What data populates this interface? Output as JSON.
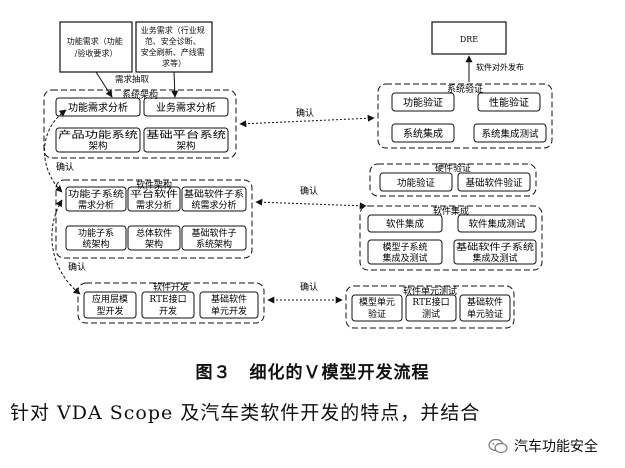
{
  "diagram": {
    "top_left_req_1": [
      "功能需求（功能",
      "/验收要求）"
    ],
    "top_left_req_2": [
      "业务需求（行业规",
      "范、安全诊断、",
      "安全刷新、产线需",
      "求等）"
    ],
    "req_extract_label": "需求抽取",
    "system_arch": {
      "title": "系统架构",
      "items": [
        "功能需求分析",
        "业务需求分析",
        "产品功能系统架构",
        "基础平台系统架构"
      ]
    },
    "software_arch": {
      "title": "软件架构",
      "items": [
        "功能子系统需求分析",
        "平台软件需求分析",
        "基础软件子系统需求分析",
        "功能子系统架构",
        "总体软件架构",
        "基础软件子系统架构"
      ]
    },
    "software_dev": {
      "title": "软件开发",
      "items": [
        "应用层模型开发",
        "RTE接口开发",
        "基础软件单元开发"
      ]
    },
    "dre_label": "DRE",
    "release_label": "软件对外发布",
    "system_verify": {
      "title": "系统验证",
      "items": [
        "功能验证",
        "性能验证",
        "系统集成",
        "系统集成测试"
      ]
    },
    "hw_verify": {
      "title": "硬件验证",
      "items": [
        "功能验证",
        "基础软件验证"
      ]
    },
    "sw_integration": {
      "title": "软件集成",
      "items": [
        "软件集成",
        "软件集成测试",
        "模型子系统集成及测试",
        "基础软件子系统集成及测试"
      ]
    },
    "unit_test": {
      "title": "软件单元测试",
      "items": [
        "模型单元验证",
        "RTE接口测试",
        "基础软件单元验证"
      ]
    },
    "confirm_label": "确认"
  },
  "caption": "图３　细化的Ｖ模型开发流程",
  "body_text": "针对 VDA Scope 及汽车类软件开发的特点，并结合",
  "watermark": "汽车功能安全"
}
